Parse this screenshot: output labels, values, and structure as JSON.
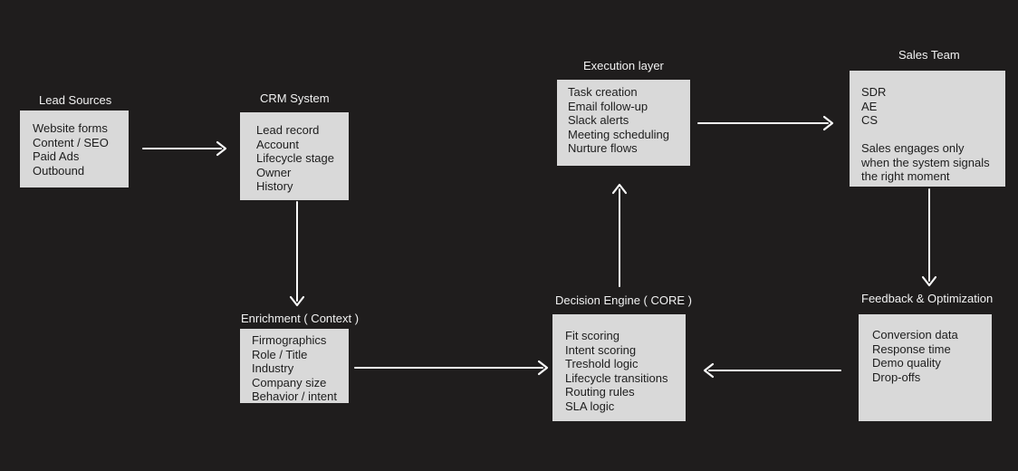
{
  "colors": {
    "background": "#1f1d1d",
    "box-fill": "#d9d9d9",
    "box-text": "#1d1d1d",
    "label-text": "#f2f2f2",
    "arrow": "#f8f8f8"
  },
  "nodes": {
    "lead_sources": {
      "label": "Lead Sources",
      "lines": [
        "Website forms",
        "Content / SEO",
        "Paid Ads",
        "Outbound"
      ]
    },
    "crm_system": {
      "label": "CRM System",
      "lines": [
        "Lead record",
        "Account",
        "Lifecycle stage",
        "Owner",
        "History"
      ]
    },
    "execution_layer": {
      "label": "Execution layer",
      "lines": [
        "Task creation",
        "Email follow-up",
        "Slack alerts",
        "Meeting scheduling",
        "Nurture flows"
      ]
    },
    "sales_team": {
      "label": "Sales Team",
      "lines": [
        "SDR",
        "AE",
        "CS"
      ],
      "note": "Sales engages only when the system signals the right moment"
    },
    "enrichment": {
      "label": "Enrichment ( Context )",
      "lines": [
        "Firmographics",
        "Role / Title",
        "Industry",
        "Company size",
        "Behavior / intent"
      ]
    },
    "decision_engine": {
      "label": "Decision Engine ( CORE )",
      "lines": [
        "Fit scoring",
        "Intent scoring",
        "Treshold logic",
        "Lifecycle transitions",
        "Routing rules",
        "SLA logic"
      ]
    },
    "feedback": {
      "label": "Feedback & Optimization",
      "lines": [
        "Conversion data",
        "Response time",
        "Demo quality",
        "Drop-offs"
      ]
    }
  },
  "edges": [
    {
      "from": "Lead Sources",
      "to": "CRM System"
    },
    {
      "from": "CRM System",
      "to": "Enrichment ( Context )"
    },
    {
      "from": "Enrichment ( Context )",
      "to": "Decision Engine ( CORE )"
    },
    {
      "from": "Decision Engine ( CORE )",
      "to": "Execution layer"
    },
    {
      "from": "Execution layer",
      "to": "Sales Team"
    },
    {
      "from": "Sales Team",
      "to": "Feedback & Optimization"
    },
    {
      "from": "Feedback & Optimization",
      "to": "Decision Engine ( CORE )"
    }
  ]
}
